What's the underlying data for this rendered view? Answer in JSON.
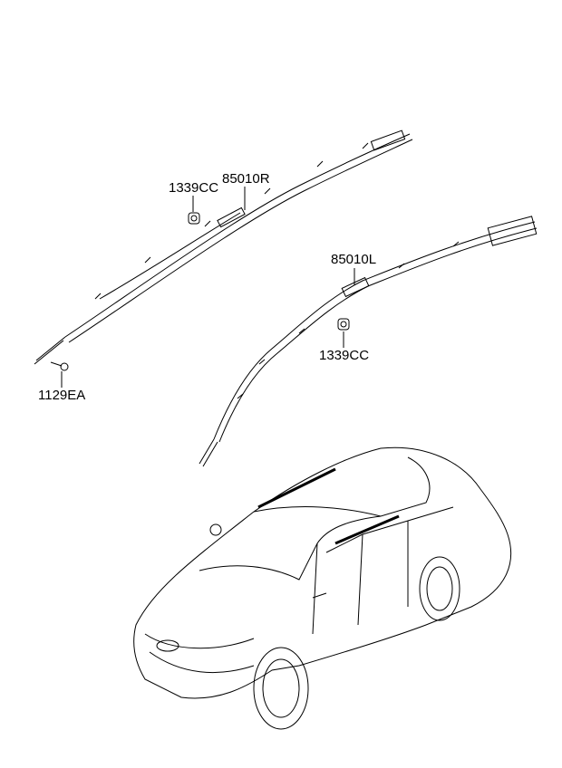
{
  "callouts": {
    "nut_right": "1339CC",
    "airbag_right": "85010R",
    "airbag_left": "85010L",
    "nut_left": "1339CC",
    "bolt": "1129EA"
  }
}
